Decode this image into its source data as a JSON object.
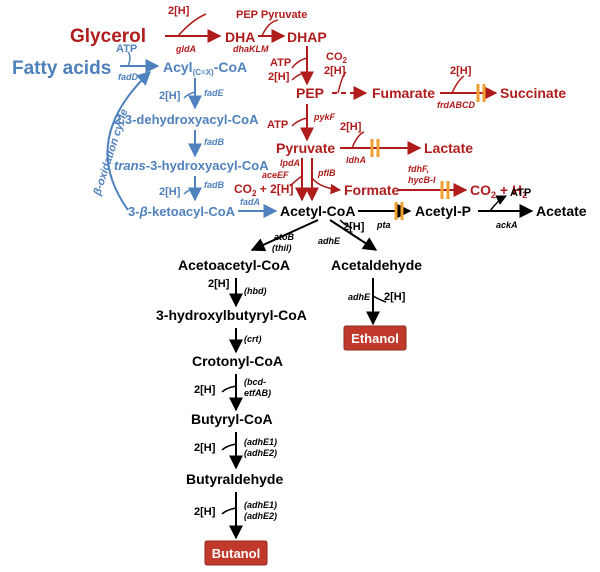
{
  "colors": {
    "red": "#b01c1c",
    "blue": "#4f81bd",
    "orange": "#f0a030",
    "black": "#000000",
    "box": "#c0392b"
  },
  "red_pathway": {
    "glycerol": "Glycerol",
    "dha": "DHA",
    "dhap": "DHAP",
    "cof_2h_1": "2[H]",
    "cof_pep_pyr": "PEP Pyruvate",
    "gene_glda": "gldA",
    "gene_dhaklm": "dhaKLM",
    "atp_1": "ATP",
    "h2_2": "2[H]",
    "pep": "PEP",
    "co2_1": "CO",
    "co2_1_sub": "2",
    "h2_3": "2[H]",
    "fumarate": "Fumarate",
    "h2_4": "2[H]",
    "gene_frd": "frdABCD",
    "succinate": "Succinate",
    "atp_2": "ATP",
    "gene_pykf": "pykF",
    "pyruvate": "Pyruvate",
    "h2_5": "2[H]",
    "lactate": "Lactate",
    "gene_ldha": "ldhA",
    "gene_lpda": "lpdA",
    "gene_aceef": "aceEF",
    "co2_2h": "CO",
    "co2_2h_sub": "2",
    "co2_2h_rest": " + 2[H]",
    "gene_pflb": "pflB",
    "formate": "Formate",
    "gene_fdhf": "fdhF,",
    "gene_hycb": "hycB-I",
    "co2_h2": "CO",
    "co2_h2_sub": "2",
    "co2_h2_mid": " + H",
    "co2_h2_sub2": "2"
  },
  "blue_pathway": {
    "fatty_acids": "Fatty acids",
    "atp": "ATP",
    "gene_fadd": "fadD",
    "acyl_coa": "Acyl",
    "acyl_sub": "(C=X)",
    "acyl_rest": "-CoA",
    "h2_a": "2[H]",
    "gene_fade": "fadE",
    "dehydroxy": "2,3-dehydroxyacyl-CoA",
    "gene_fadb_1": "fadB",
    "trans_prefix": "trans",
    "trans_rest": "-3-hydroxyacyl-CoA",
    "h2_b": "2[H]",
    "gene_fadb_2": "fadB",
    "keto_prefix": "3-",
    "keto_beta": "β",
    "keto_rest": "-ketoacyl-CoA",
    "gene_fada": "fadA",
    "cycle": "β-oxidation cycle"
  },
  "black_pathway": {
    "acetyl_coa": "Acetyl-CoA",
    "h2_acp": "2[H]",
    "gene_pta": "pta",
    "acetyl_p": "Acetyl-P",
    "atp": "ATP",
    "acetate": "Acetate",
    "gene_acka": "ackA",
    "gene_atob": "atoB",
    "gene_thil": "(thil)",
    "gene_adhe_1": "adhE",
    "acetoacetyl": "Acetoacetyl-CoA",
    "acetaldehyde": "Acetaldehyde",
    "h2_c": "2[H]",
    "gene_hbd": "(hbd)",
    "gene_adhe_2": "adhE",
    "h2_d": "2[H]",
    "hydroxybutyryl": "3-hydroxylbutyryl-CoA",
    "ethanol": "Ethanol",
    "gene_crt": "(crt)",
    "crotonyl": "Crotonyl-CoA",
    "h2_e": "2[H]",
    "gene_bcd_1": "(bcd-",
    "gene_bcd_2": "etfAB)",
    "butyryl": "Butyryl-CoA",
    "h2_f": "2[H]",
    "gene_adhe1_a": "(adhE1)",
    "gene_adhe2_a": "(adhE2)",
    "butyraldehyde": "Butyraldehyde",
    "h2_g": "2[H]",
    "gene_adhe1_b": "(adhE1)",
    "gene_adhe2_b": "(adhE2)",
    "butanol": "Butanol"
  }
}
